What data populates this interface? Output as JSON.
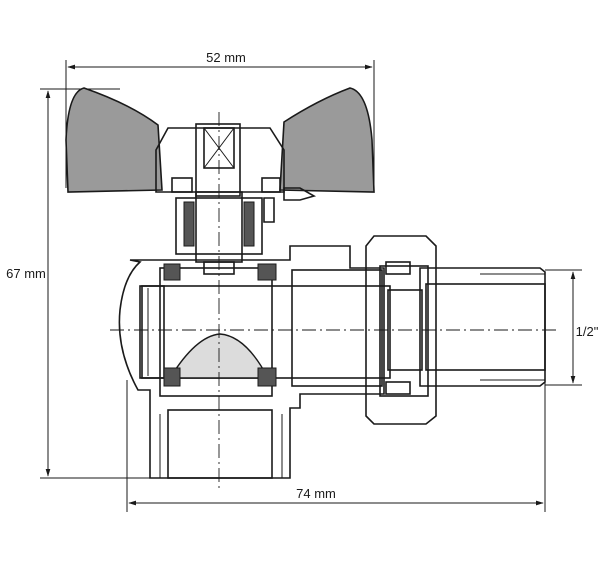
{
  "dimensions": {
    "width_label": "52 mm",
    "height_label": "67 mm",
    "length_label": "74 mm",
    "thread_label": "1/2\""
  }
}
